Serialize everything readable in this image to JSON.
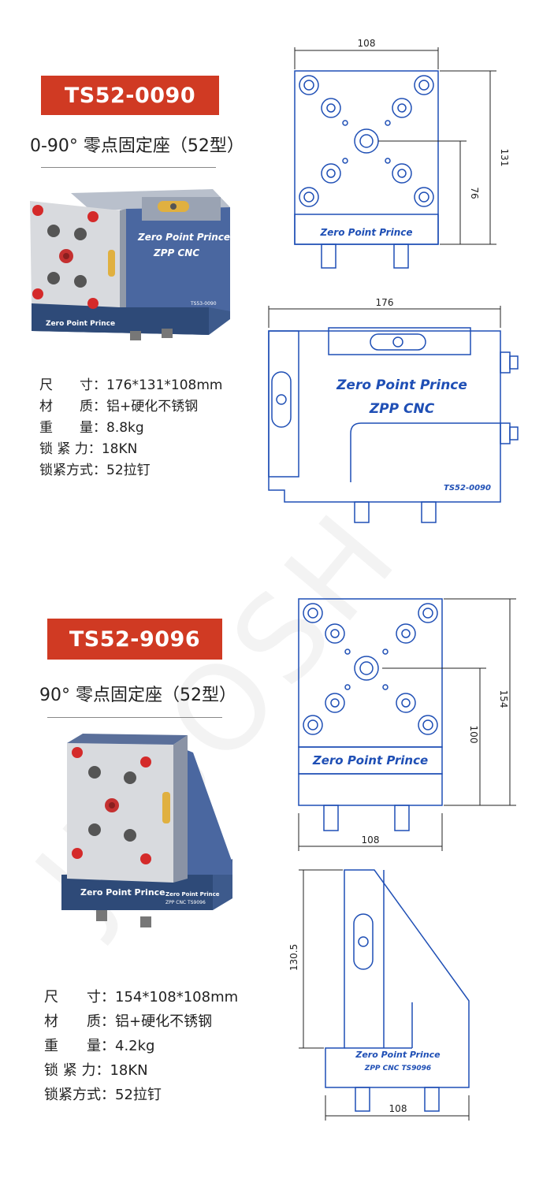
{
  "products": [
    {
      "badge": "TS52-0090",
      "subtitle": "0-90° 零点固定座（52型）",
      "photo_brand": "Zero Point Prince",
      "photo_brand2": "ZPP CNC",
      "photo_model": "TS53-0090",
      "specs": [
        {
          "label": "尺　　寸：",
          "value": "176*131*108mm"
        },
        {
          "label": "材　　质：",
          "value": "铝+硬化不锈钢"
        },
        {
          "label": "重　　量：",
          "value": "8.8kg"
        },
        {
          "label": "锁 紧 力：",
          "value": "18KN"
        },
        {
          "label": "锁紧方式：",
          "value": "52拉钉"
        }
      ],
      "front_dims": {
        "width": "108",
        "height": "131",
        "center": "76"
      },
      "front_brand": "Zero Point Prince",
      "side_dims": {
        "width": "176"
      },
      "side_brand": "Zero Point Prince",
      "side_brand2": "ZPP CNC",
      "side_model": "TS52-0090"
    },
    {
      "badge": "TS52-9096",
      "subtitle": "90° 零点固定座（52型）",
      "photo_brand": "Zero Point Prince",
      "photo_brand2": "Zero Point Prince",
      "photo_model": "ZPP CNC TS9096",
      "specs": [
        {
          "label": "尺　　寸：",
          "value": "154*108*108mm"
        },
        {
          "label": "材　　质：",
          "value": "铝+硬化不锈钢"
        },
        {
          "label": "重　　量：",
          "value": "4.2kg"
        },
        {
          "label": "锁 紧 力：",
          "value": "18KN"
        },
        {
          "label": "锁紧方式：",
          "value": "52拉钉"
        }
      ],
      "front_dims": {
        "width": "108",
        "height": "154",
        "center": "100"
      },
      "front_brand": "Zero Point Prince",
      "side_dims": {
        "width": "108",
        "height": "130.5"
      },
      "side_brand": "Zero Point Prince",
      "side_brand2": "ZPP CNC TS9096"
    }
  ],
  "watermark": "JLBOSH",
  "colors": {
    "badge": "#d03a23",
    "drawing_blue": "#1f4fb5",
    "product_blue": "#3d5a8c"
  }
}
